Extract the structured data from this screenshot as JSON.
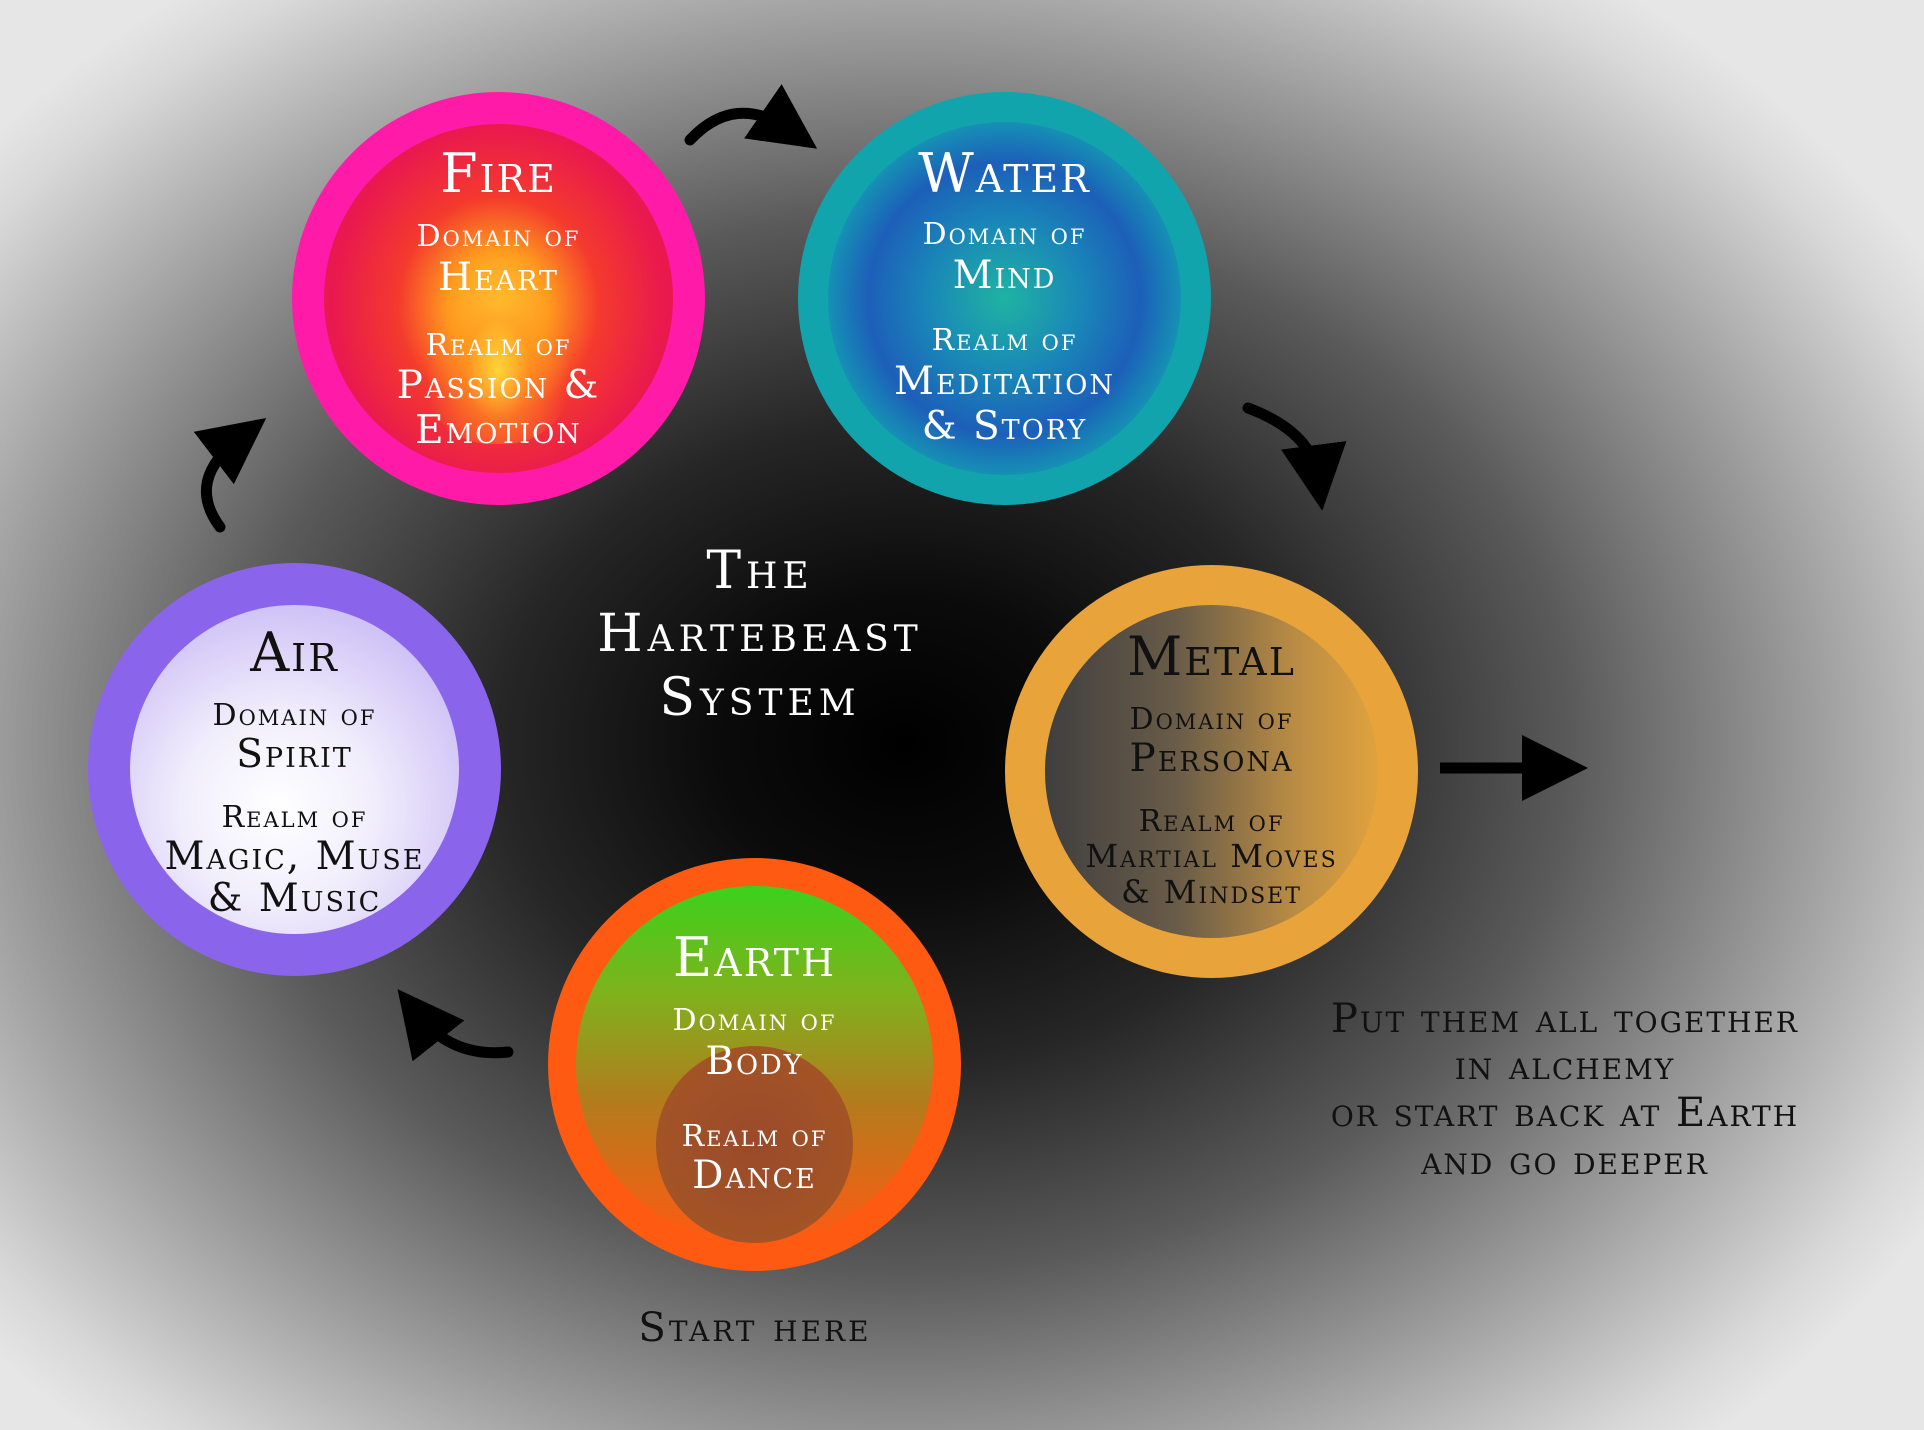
{
  "title": {
    "lines": [
      "The",
      "Hartebeast",
      "System"
    ]
  },
  "elements": [
    {
      "key": "fire",
      "name": "Fire",
      "domain_label": "Domain of",
      "domain": "Heart",
      "realm_label": "Realm of",
      "realm_lines": [
        "Passion &",
        "Emotion"
      ],
      "ring_color": "#ff1aa8",
      "text_color": "#ffffff"
    },
    {
      "key": "water",
      "name": "Water",
      "domain_label": "Domain of",
      "domain": "Mind",
      "realm_label": "Realm of",
      "realm_lines": [
        "Meditation",
        "& Story"
      ],
      "ring_color": "#12a4ad",
      "text_color": "#ffffff"
    },
    {
      "key": "metal",
      "name": "Metal",
      "domain_label": "Domain of",
      "domain": "Persona",
      "realm_label": "Realm of",
      "realm_lines": [
        "Martial Moves",
        "& Mindset"
      ],
      "ring_color": "#e9a33b",
      "text_color": "#111111"
    },
    {
      "key": "earth",
      "name": "Earth",
      "domain_label": "Domain of",
      "domain": "Body",
      "realm_label": "Realm of",
      "realm_lines": [
        "Dance"
      ],
      "ring_color": "#ff5a12",
      "text_color": "#ffffff"
    },
    {
      "key": "air",
      "name": "Air",
      "domain_label": "Domain of",
      "domain": "Spirit",
      "realm_label": "Realm of",
      "realm_lines": [
        "Magic, Muse",
        "& Music"
      ],
      "ring_color": "#8a65ec",
      "text_color": "#111111"
    }
  ],
  "start_label": "Start here",
  "note": {
    "lines": [
      "Put them all together",
      "in alchemy",
      "or start back at Earth",
      "and go deeper"
    ]
  }
}
